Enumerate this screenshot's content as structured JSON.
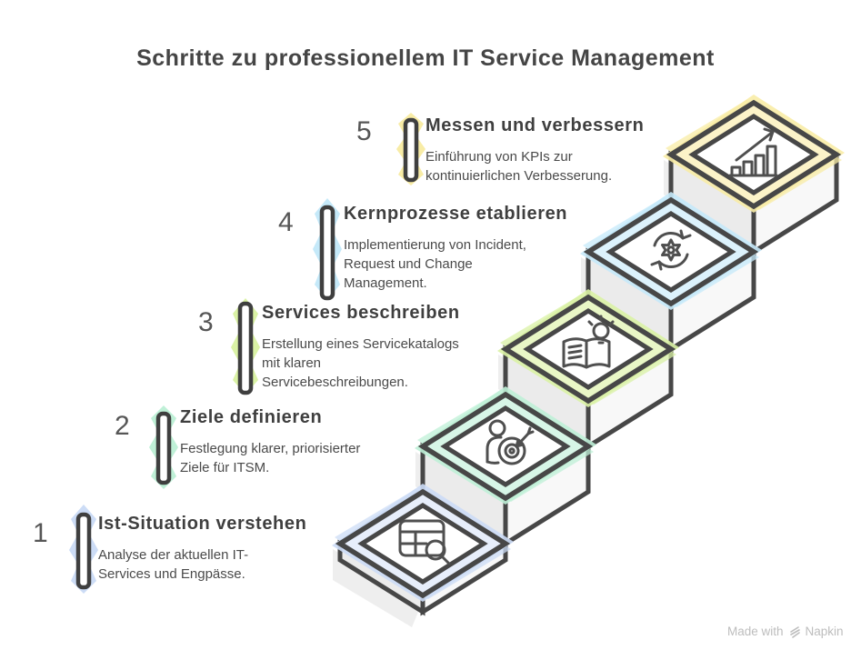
{
  "title": "Schritte zu professionellem IT Service Management",
  "colors": {
    "ink": "#474747",
    "text": "#4a4a4a",
    "footer_gray": "#bdbdbd"
  },
  "steps": [
    {
      "number": "1",
      "heading": "Ist-Situation verstehen",
      "description": "Analyse der aktuellen IT-\nServices und Engpässe.",
      "accent": "#ccdcf6",
      "band": "#e7eefb",
      "icon": "table-search-icon"
    },
    {
      "number": "2",
      "heading": "Ziele definieren",
      "description": "Festlegung klarer, priorisierter\nZiele für ITSM.",
      "accent": "#bff0d7",
      "band": "#d7f6e7",
      "icon": "person-target-icon"
    },
    {
      "number": "3",
      "heading": "Services beschreiben",
      "description": "Erstellung eines Servicekatalogs\nmit klaren\nServicebeschreibungen.",
      "accent": "#daf2a5",
      "band": "#e9f7c6",
      "icon": "book-idea-icon"
    },
    {
      "number": "4",
      "heading": "Kernprozesse etablieren",
      "description": "Implementierung von Incident,\nRequest und Change\nManagement.",
      "accent": "#c5e9f9",
      "band": "#dcf2fc",
      "icon": "process-sync-icon"
    },
    {
      "number": "5",
      "heading": "Messen und verbessern",
      "description": "Einführung von KPIs zur\nkontinuierlichen Verbesserung.",
      "accent": "#f8eca6",
      "band": "#fcf3c8",
      "icon": "growth-chart-icon"
    }
  ],
  "footer": {
    "text": "Made with",
    "brand": "Napkin"
  }
}
